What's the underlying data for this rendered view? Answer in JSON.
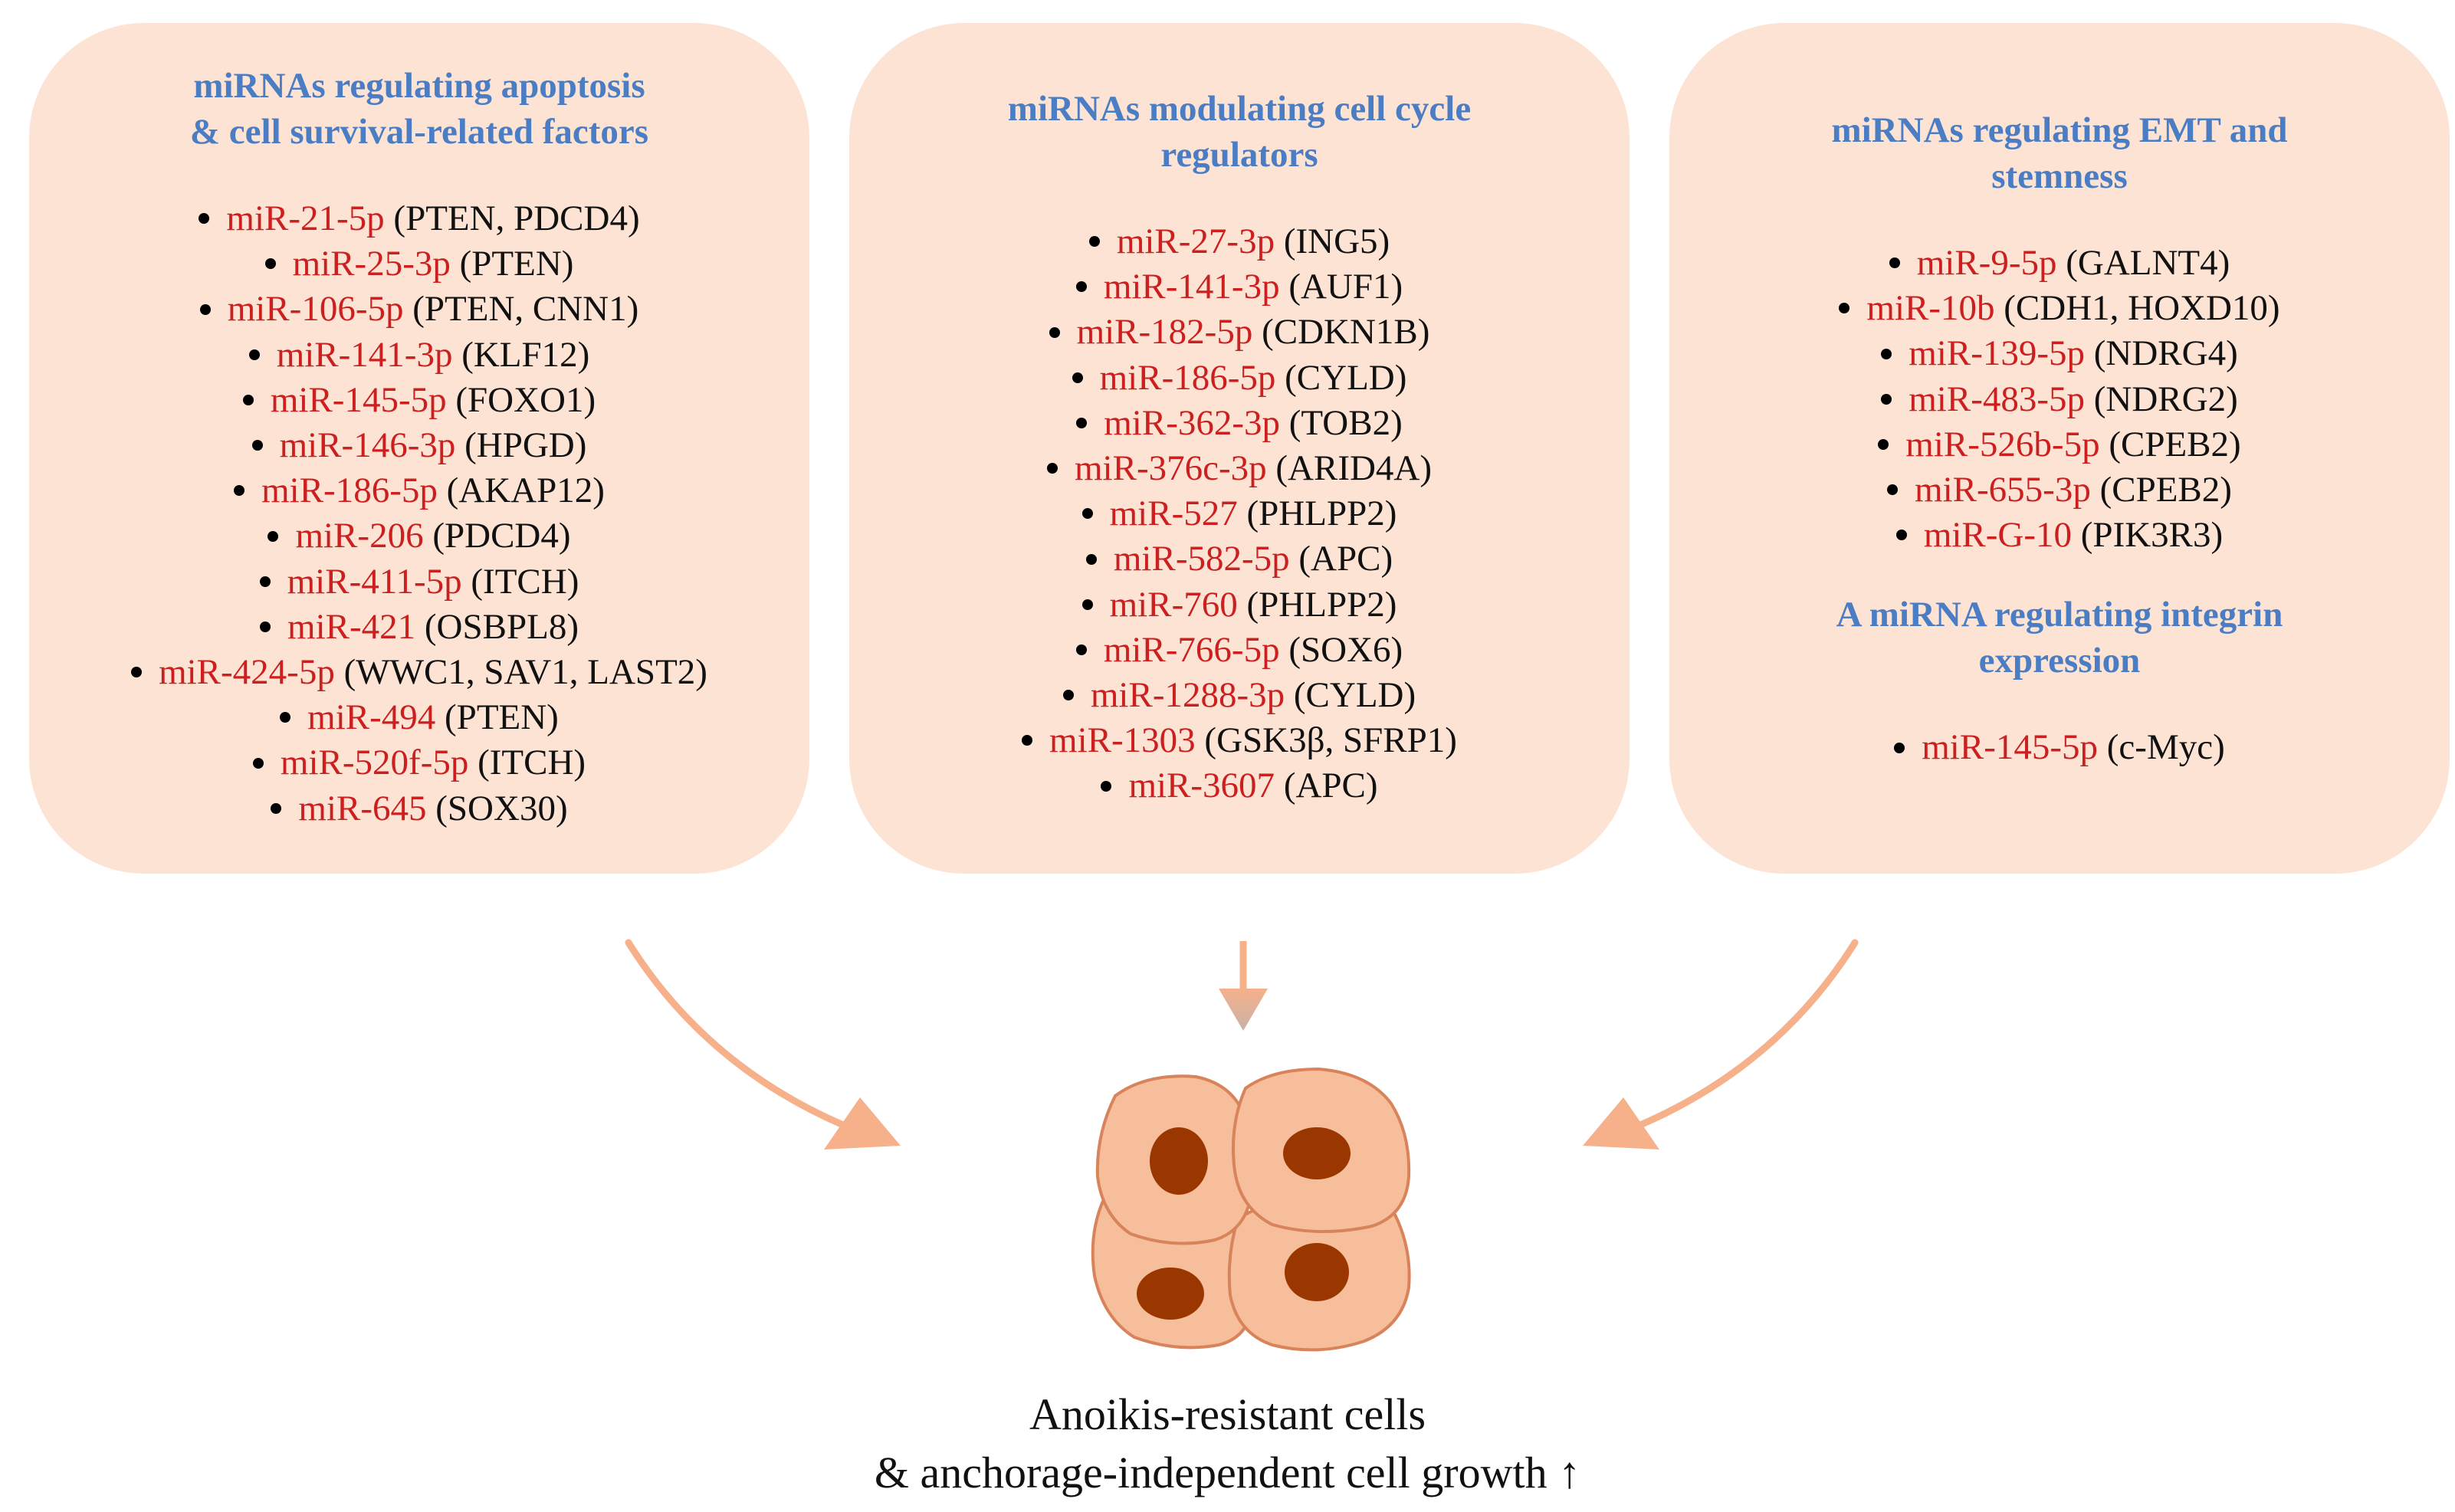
{
  "panels": [
    {
      "heading": [
        "miRNAs regulating apoptosis",
        "& cell survival-related factors"
      ],
      "items": [
        {
          "mir": "miR-21-5p",
          "target": "(PTEN, PDCD4)"
        },
        {
          "mir": "miR-25-3p",
          "target": "(PTEN)"
        },
        {
          "mir": "miR-106-5p",
          "target": "(PTEN, CNN1)"
        },
        {
          "mir": "miR-141-3p",
          "target": "(KLF12)"
        },
        {
          "mir": "miR-145-5p",
          "target": "(FOXO1)"
        },
        {
          "mir": "miR-146-3p",
          "target": "(HPGD)"
        },
        {
          "mir": "miR-186-5p",
          "target": "(AKAP12)"
        },
        {
          "mir": "miR-206",
          "target": "(PDCD4)"
        },
        {
          "mir": "miR-411-5p",
          "target": "(ITCH)"
        },
        {
          "mir": "miR-421",
          "target": "(OSBPL8)"
        },
        {
          "mir": "miR-424-5p",
          "target": "(WWC1, SAV1, LAST2)"
        },
        {
          "mir": "miR-494",
          "target": "(PTEN)"
        },
        {
          "mir": "miR-520f-5p",
          "target": "(ITCH)"
        },
        {
          "mir": "miR-645",
          "target": "(SOX30)"
        }
      ]
    },
    {
      "heading": [
        "miRNAs modulating cell cycle",
        "regulators"
      ],
      "items": [
        {
          "mir": "miR-27-3p",
          "target": "(ING5)"
        },
        {
          "mir": "miR-141-3p",
          "target": "(AUF1)"
        },
        {
          "mir": "miR-182-5p",
          "target": "(CDKN1B)"
        },
        {
          "mir": "miR-186-5p",
          "target": "(CYLD)"
        },
        {
          "mir": "miR-362-3p",
          "target": "(TOB2)"
        },
        {
          "mir": "miR-376c-3p",
          "target": "(ARID4A)"
        },
        {
          "mir": "miR-527",
          "target": "(PHLPP2)"
        },
        {
          "mir": "miR-582-5p",
          "target": "(APC)"
        },
        {
          "mir": "miR-760",
          "target": "(PHLPP2)"
        },
        {
          "mir": "miR-766-5p",
          "target": "(SOX6)"
        },
        {
          "mir": "miR-1288-3p",
          "target": "(CYLD)"
        },
        {
          "mir": "miR-1303",
          "target": "(GSK3β, SFRP1)"
        },
        {
          "mir": "miR-3607",
          "target": "(APC)"
        }
      ]
    },
    {
      "heading": [
        "miRNAs regulating EMT and",
        "stemness"
      ],
      "items": [
        {
          "mir": "miR-9-5p",
          "target": "(GALNT4)"
        },
        {
          "mir": "miR-10b",
          "target": "(CDH1, HOXD10)"
        },
        {
          "mir": "miR-139-5p",
          "target": "(NDRG4)"
        },
        {
          "mir": "miR-483-5p",
          "target": "(NDRG2)"
        },
        {
          "mir": "miR-526b-5p",
          "target": "(CPEB2)"
        },
        {
          "mir": "miR-655-3p",
          "target": "(CPEB2)"
        },
        {
          "mir": "miR-G-10",
          "target": "(PIK3R3)"
        }
      ],
      "heading2": [
        "A miRNA regulating integrin",
        "expression"
      ],
      "items2": [
        {
          "mir": "miR-145-5p",
          "target": "(c-Myc)"
        }
      ]
    }
  ],
  "caption": [
    "Anoikis-resistant cells",
    "& anchorage-independent cell growth ↑"
  ],
  "colors": {
    "panel_fill": "#fde3d3",
    "heading": "#4a7dc4",
    "mirna": "#cc1f1f",
    "arrow": "#f6b08a",
    "cell_fill": "#f7be9c",
    "cell_stroke": "#d8835a",
    "nucleus": "#9a3600"
  }
}
